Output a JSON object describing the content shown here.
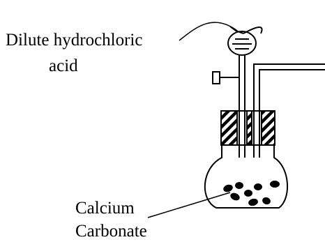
{
  "labels": {
    "acid": {
      "line1": "Dilute hydrochloric",
      "line2": "acid"
    },
    "solid": {
      "line1": "Calcium",
      "line2": "Carbonate"
    }
  }
}
